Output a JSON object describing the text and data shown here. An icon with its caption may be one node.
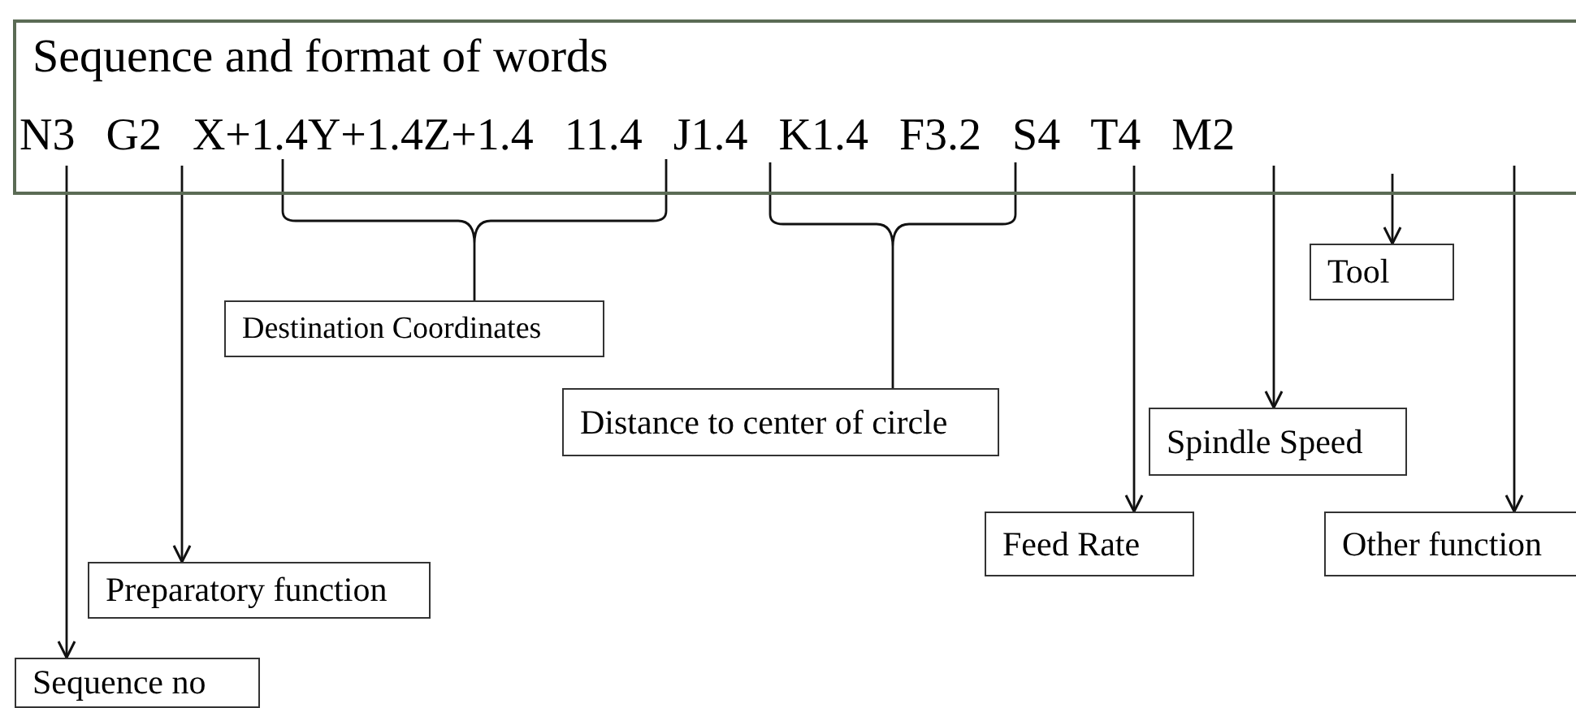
{
  "diagram": {
    "nodes": [
      {
        "text": [
          "Sequence and format of words",
          "N3 G2 X+1.4Y+1.4Z+1.4 11.4 J1.4 K1.4 F3.2 S4 T4 M2"
        ]
      },
      {
        "text": [
          "Destination Coordinates"
        ]
      },
      {
        "text": [
          "Tool"
        ]
      },
      {
        "text": [
          "Distance to center of circle"
        ]
      },
      {
        "text": [
          "Spindle Speed"
        ]
      },
      {
        "text": [
          "Feed Rate"
        ]
      },
      {
        "text": [
          "Other function"
        ]
      },
      {
        "text": [
          "Preparatory function"
        ]
      },
      {
        "text": [
          "Sequence no"
        ]
      }
    ],
    "edges": [
      {
        "from": 0,
        "to": 8,
        "arrow": "to"
      },
      {
        "from": 0,
        "to": 7,
        "arrow": "to"
      },
      {
        "from": 0,
        "to": 1,
        "arrow": "none"
      },
      {
        "from": 0,
        "to": 3,
        "arrow": "none"
      },
      {
        "from": 0,
        "to": 5,
        "arrow": "to"
      },
      {
        "from": 0,
        "to": 4,
        "arrow": "to"
      },
      {
        "from": 0,
        "to": 2,
        "arrow": "to"
      },
      {
        "from": 0,
        "to": 6,
        "arrow": "to"
      }
    ]
  }
}
